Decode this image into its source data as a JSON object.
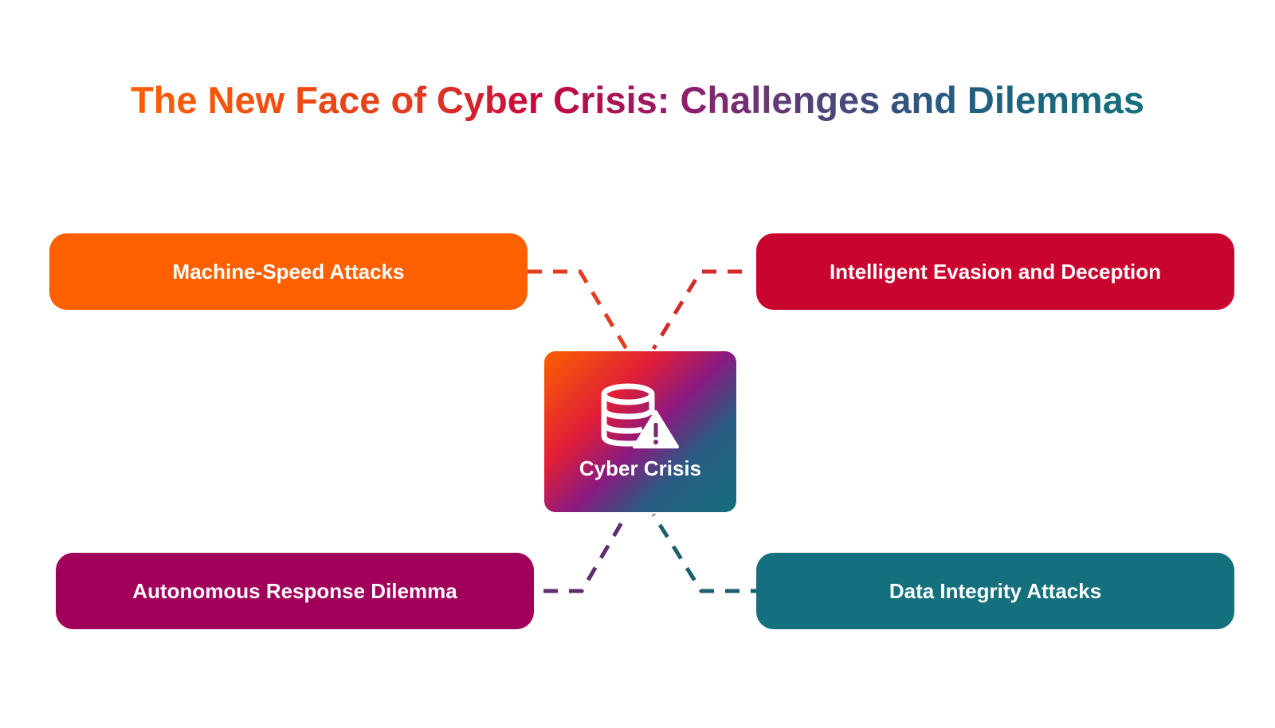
{
  "title": "The New Face of Cyber Crisis: Challenges and Dilemmas",
  "center": {
    "label": "Cyber Crisis",
    "icon": "database-warning-icon"
  },
  "nodes": [
    {
      "id": "top-left",
      "label": "Machine-Speed Attacks",
      "color": "#fc6000"
    },
    {
      "id": "top-right",
      "label": "Intelligent Evasion and Deception",
      "color": "#c9052f"
    },
    {
      "id": "bottom-left",
      "label": "Autonomous Response Dilemma",
      "color": "#a1005a"
    },
    {
      "id": "bottom-right",
      "label": "Data Integrity Attacks",
      "color": "#14707c"
    }
  ],
  "connector_colors": {
    "top_left": "#e13d1e",
    "top_right": "#d42a28",
    "bottom_left": "#5e2e6e",
    "bottom_right": "#1f5e6e"
  }
}
